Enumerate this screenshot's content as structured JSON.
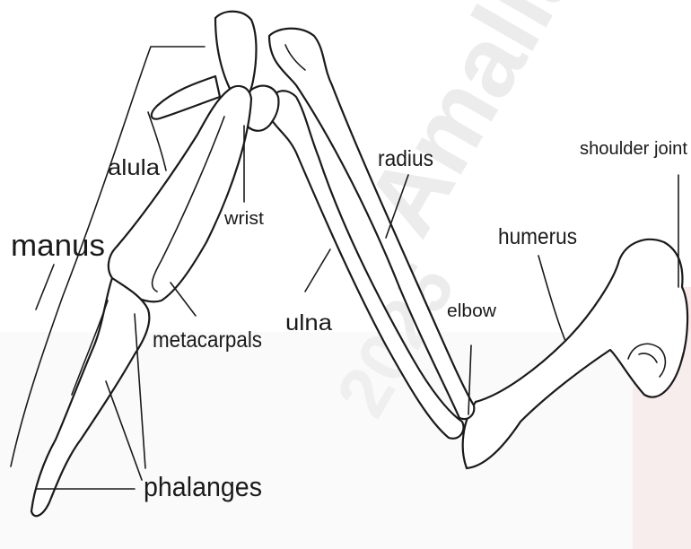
{
  "labels": {
    "manus": "manus",
    "alula": "alula",
    "wrist": "wrist",
    "metacarpals": "metacarpals",
    "phalanges": "phalanges",
    "radius": "radius",
    "ulna": "ulna",
    "elbow": "elbow",
    "humerus": "humerus",
    "shoulder_joint": "shoulder joint"
  },
  "watermark": {
    "name": "Amalla",
    "year": "2025"
  },
  "colors": {
    "ink": "#1a1a1a",
    "watermark_gray": "#ececec",
    "watermark_pink": "#f6d6d6"
  }
}
